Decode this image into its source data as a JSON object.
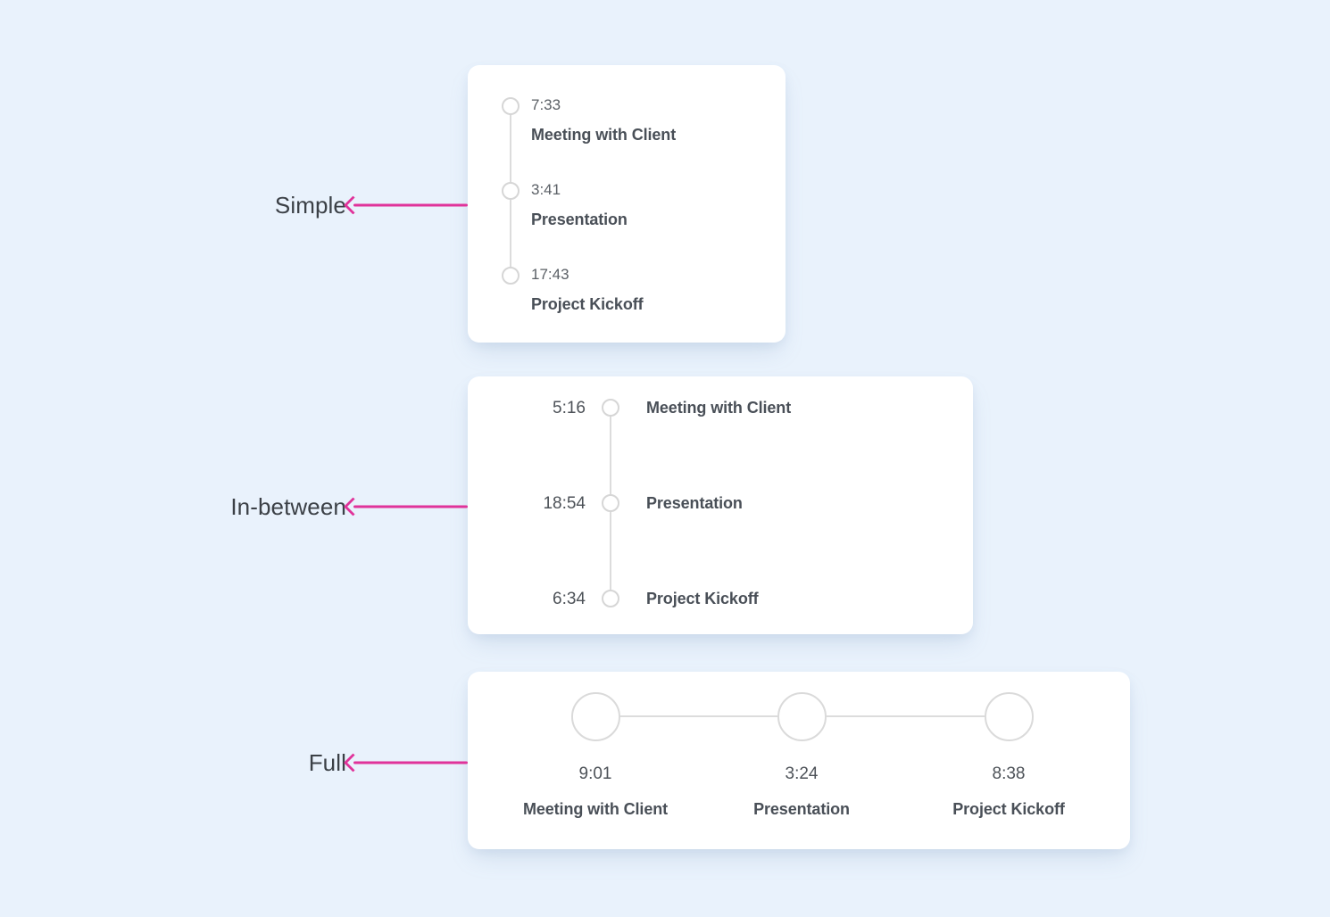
{
  "page": {
    "background_color": "#e9f2fc",
    "accent_color": "#e0339a",
    "node_color": "#d6d6d6",
    "card_color": "#ffffff"
  },
  "annotations": [
    {
      "label": "Simple",
      "arrow_icon": "arrow-left-icon"
    },
    {
      "label": "In-between",
      "arrow_icon": "arrow-left-icon"
    },
    {
      "label": "Full",
      "arrow_icon": "arrow-left-icon"
    }
  ],
  "cards": {
    "simple": {
      "variant": "Simple",
      "items": [
        {
          "time": "7:33",
          "title": "Meeting with Client"
        },
        {
          "time": "3:41",
          "title": "Presentation"
        },
        {
          "time": "17:43",
          "title": "Project Kickoff"
        }
      ]
    },
    "in_between": {
      "variant": "In-between",
      "items": [
        {
          "time": "5:16",
          "title": "Meeting with Client"
        },
        {
          "time": "18:54",
          "title": "Presentation"
        },
        {
          "time": "6:34",
          "title": "Project Kickoff"
        }
      ]
    },
    "full": {
      "variant": "Full",
      "items": [
        {
          "time": "9:01",
          "title": "Meeting with Client"
        },
        {
          "time": "3:24",
          "title": "Presentation"
        },
        {
          "time": "8:38",
          "title": "Project Kickoff"
        }
      ]
    }
  }
}
